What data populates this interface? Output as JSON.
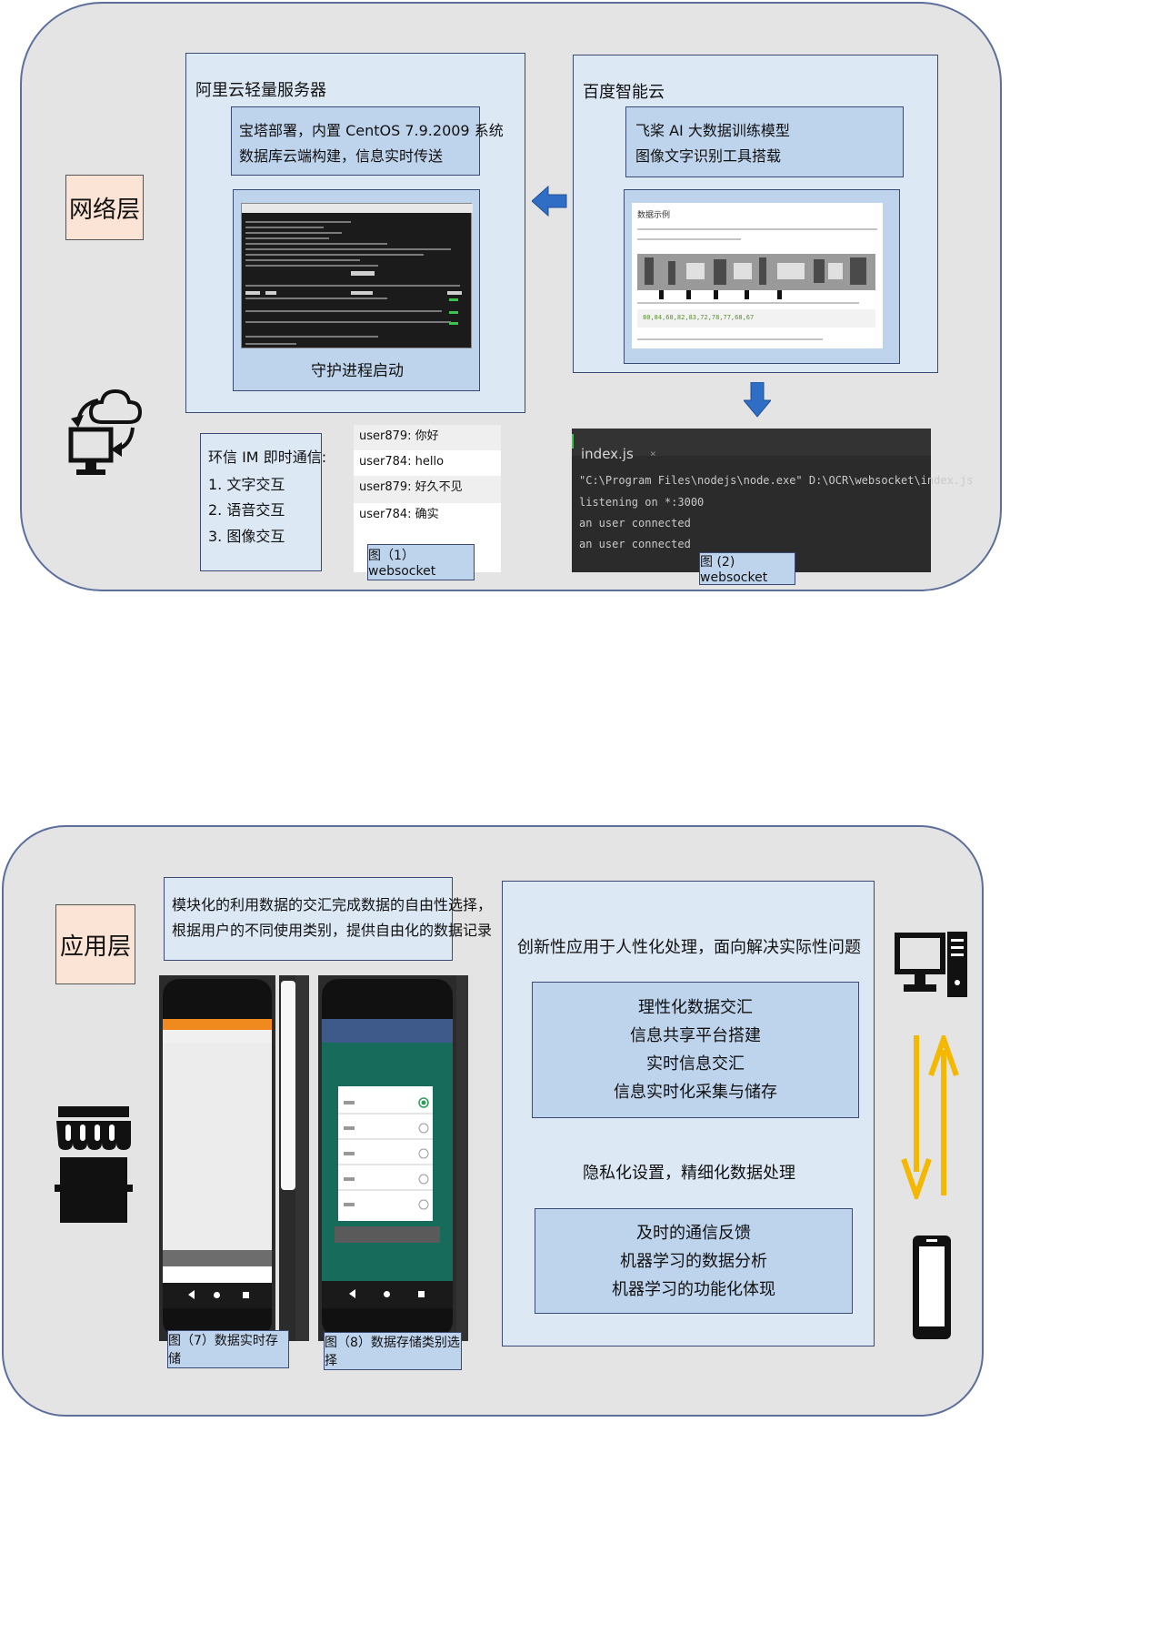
{
  "network_layer": {
    "label": "网络层",
    "aliyun": {
      "title": "阿里云轻量服务器",
      "deploy_lines": [
        "宝塔部署，内置 CentOS 7.9.2009 系统",
        "数据库云端构建，信息实时传送"
      ],
      "daemon_caption": "守护进程启动"
    },
    "baidu": {
      "title": "百度智能云",
      "paddle_lines": [
        "飞桨 AI 大数据训练模型",
        "图像文字识别工具搭载"
      ],
      "sample_title": "数据示例",
      "sample_label_values": "80,84,68,82,83,72,78,77,68,67"
    },
    "im": {
      "title": "环信 IM 即时通信:",
      "items": [
        "1.   文字交互",
        "2.   语音交互",
        "3.   图像交互"
      ]
    },
    "chat": {
      "messages": [
        "user879: 你好",
        "user784: hello",
        "user879: 好久不见",
        "user784: 确实"
      ],
      "caption": "图（1）websocket"
    },
    "terminal": {
      "tab": "index.js",
      "lines": [
        "\"C:\\Program Files\\nodejs\\node.exe\" D:\\OCR\\websocket\\index.js",
        "listening on *:3000",
        "an user connected",
        "an user connected"
      ],
      "caption": "图 (2) websocket"
    }
  },
  "application_layer": {
    "label": "应用层",
    "modular_lines": [
      "模块化的利用数据的交汇完成数据的自由性选择，",
      "根据用户的不同使用类别，提供自由化的数据记录"
    ],
    "phone1_caption": "图（7）数据实时存储",
    "phone2_caption": "图（8）数据存储类别选择",
    "innovation_title": "创新性应用于人性化处理，面向解决实际性问题",
    "features_top": [
      "理性化数据交汇",
      "信息共享平台搭建",
      "实时信息交汇",
      "信息实时化采集与储存"
    ],
    "privacy_title": "隐私化设置，精细化数据处理",
    "features_bottom": [
      "及时的通信反馈",
      "机器学习的数据分析",
      "机器学习的功能化体现"
    ]
  },
  "colors": {
    "panel_bg": "#e4e4e4",
    "box_light": "#dde8f5",
    "box_dark": "#bed3ec",
    "label_bg": "#fbe3d5",
    "arrow_blue": "#2f6ec4",
    "arrow_yellow": "#f5b800"
  }
}
